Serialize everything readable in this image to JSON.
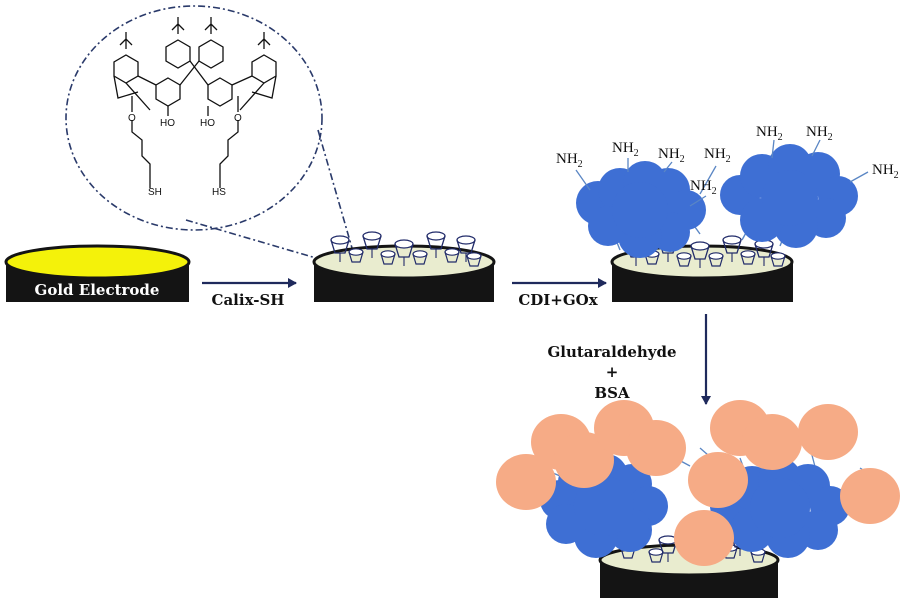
{
  "electrode_label": "Gold Electrode",
  "step_labels": {
    "calix": "Calix-SH",
    "cdi": "CDI+GOx",
    "glutaraldehyde": "Glutaraldehyde",
    "plus": "+",
    "bsa": "BSA"
  },
  "amine_group": "NH",
  "amine_subscript": "2",
  "chem_labels": {
    "ho_left": "HO",
    "ho_right": "HO",
    "sh_left": "SH",
    "sh_right": "HS"
  },
  "colors": {
    "gold_top": "#f4f20a",
    "electrode_body": "#141414",
    "monolayer": "#e9eccf",
    "enzyme_blue": "#3e6fd4",
    "bsa_peach": "#f6ab86",
    "arrow_navy": "#1f2a5c",
    "linker": "#5a86c4"
  }
}
